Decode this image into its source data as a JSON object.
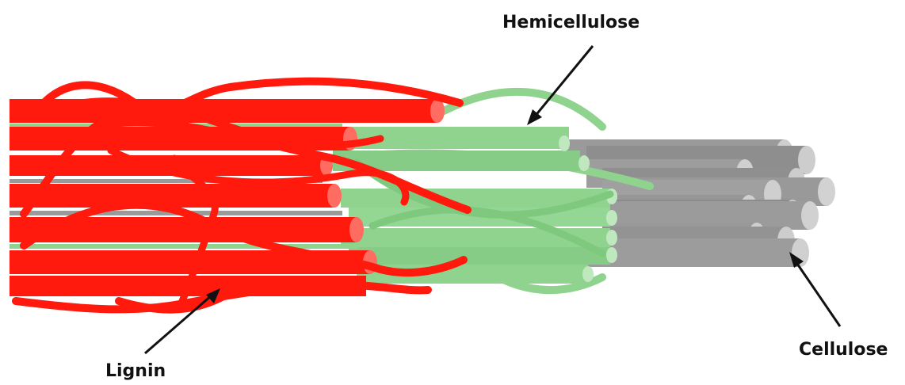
{
  "labels": {
    "hemicellulose": "Hemicellulose",
    "cellulose": "Cellulose",
    "lignin": "Lignin"
  },
  "colors": {
    "lignin": "#ff1a0d",
    "lignin_end": "#ff6d62",
    "hemicellulose": "#8fd38f",
    "hemicellulose_end": "#c0e8bf",
    "cellulose": "#9a9a9a",
    "cellulose_end": "#cdcdcd",
    "arrow": "#111111"
  }
}
